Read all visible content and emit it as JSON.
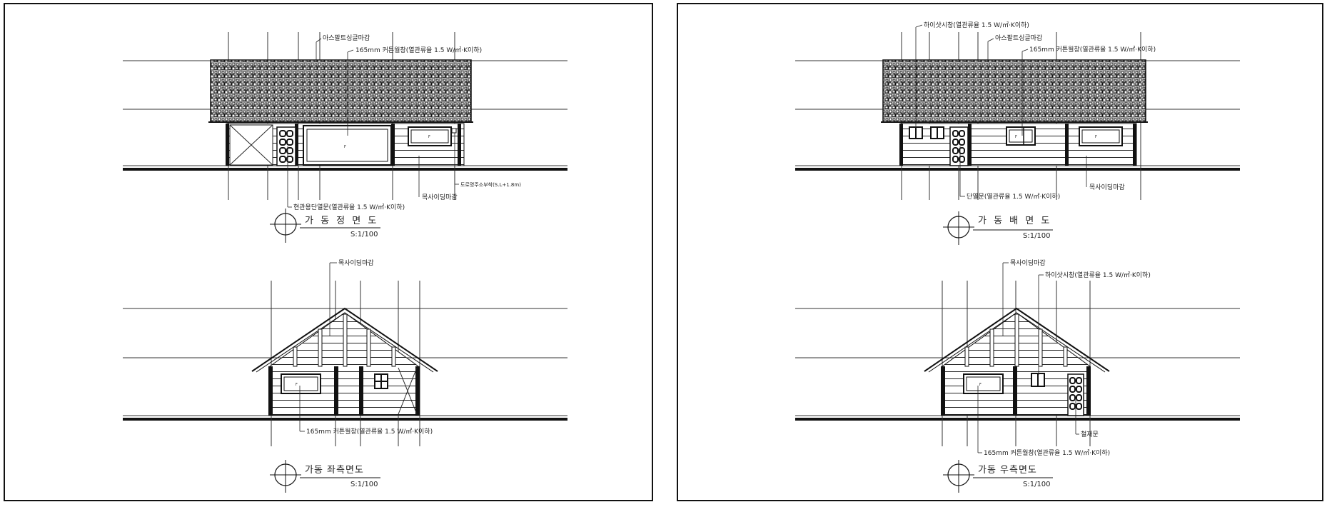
{
  "sheets": [
    {
      "elevations": [
        {
          "title": "가 동 정 면 도",
          "scale": "S:1/100",
          "labels": [
            "아스팔트싱글마감",
            "165mm 커튼월창(열관류율 1.5 W/㎡·K이하)",
            "도로명주소부착(S.L+1.8m)",
            "목사이딩마감",
            "현관용단열문(열관류율 1.5 W/㎡·K이하)"
          ]
        },
        {
          "title": "가동 좌측면도",
          "scale": "S:1/100",
          "labels": [
            "목사이딩마감",
            "165mm 커튼월창(열관류율 1.5 W/㎡·K이하)"
          ]
        }
      ]
    },
    {
      "elevations": [
        {
          "title": "가 동 배 면 도",
          "scale": "S:1/100",
          "labels": [
            "하이샷시창(열관류율 1.5 W/㎡·K이하)",
            "아스팔트싱글마감",
            "165mm 커튼월창(열관류율 1.5 W/㎡·K이하)",
            "단열문(열관류율 1.5 W/㎡·K이하)",
            "목사이딩마감"
          ]
        },
        {
          "title": "가동 우측면도",
          "scale": "S:1/100",
          "labels": [
            "목사이딩마감",
            "하이샷시창(열관류율 1.5 W/㎡·K이하)",
            "철재문",
            "165mm 커튼월창(열관류율 1.5 W/㎡·K이하)"
          ]
        }
      ]
    }
  ],
  "window_mark": "F"
}
